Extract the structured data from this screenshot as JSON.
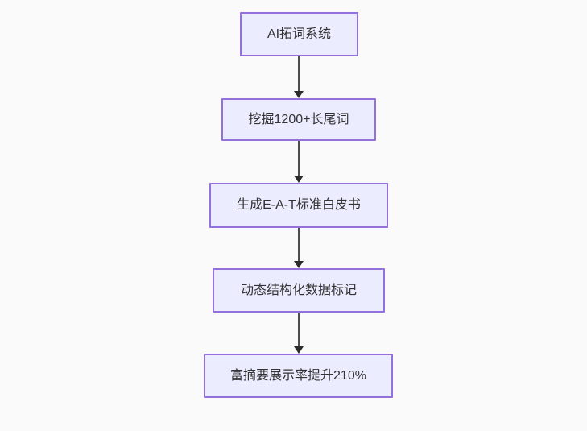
{
  "diagram": {
    "type": "flowchart",
    "direction": "top-down",
    "nodes": [
      {
        "id": "n1",
        "label": "AI拓词系统"
      },
      {
        "id": "n2",
        "label": "挖掘1200+长尾词"
      },
      {
        "id": "n3",
        "label": "生成E-A-T标准白皮书"
      },
      {
        "id": "n4",
        "label": "动态结构化数据标记"
      },
      {
        "id": "n5",
        "label": "富摘要展示率提升210%"
      }
    ],
    "edges": [
      {
        "from": "n1",
        "to": "n2"
      },
      {
        "from": "n2",
        "to": "n3"
      },
      {
        "from": "n3",
        "to": "n4"
      },
      {
        "from": "n4",
        "to": "n5"
      }
    ],
    "colors": {
      "node_fill": "#ECECFF",
      "node_border": "#9370DB",
      "node_text": "#333333",
      "arrow_line": "#4d4d4d",
      "arrow_head": "#2b2b2b",
      "background": "#fafafa"
    }
  }
}
